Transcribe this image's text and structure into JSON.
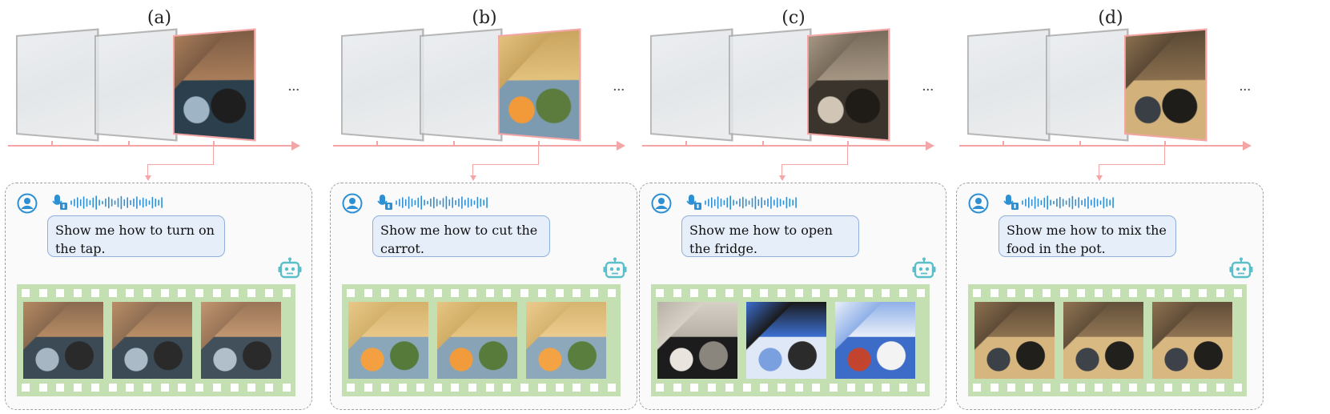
{
  "panels": [
    {
      "label": "(a)",
      "query": "Show me how to turn on the tap.",
      "ellipsis": "...",
      "current_frame_palette": [
        "#7e5d45",
        "#a97d5a",
        "#2c3f4d",
        "#9fb4c4",
        "#1e1e1e"
      ],
      "clip_palettes": [
        [
          "#8a6a50",
          "#b58a63",
          "#3b4a55",
          "#a6b6c2",
          "#2a2a2a"
        ],
        [
          "#8f6f54",
          "#ba8e66",
          "#3b4a55",
          "#aabac6",
          "#2a2a2a"
        ],
        [
          "#9a7558",
          "#c29670",
          "#41505b",
          "#b0bfca",
          "#2a2a2a"
        ]
      ]
    },
    {
      "label": "(b)",
      "query": "Show me how to cut the carrot.",
      "ellipsis": "...",
      "current_frame_palette": [
        "#c9a560",
        "#e3c27d",
        "#7c9bb0",
        "#f29a3a",
        "#5b7c3d"
      ],
      "clip_palettes": [
        [
          "#d4b26c",
          "#e8c889",
          "#8aa6b9",
          "#f4a040",
          "#557a39"
        ],
        [
          "#d1ae66",
          "#e6c583",
          "#88a3b6",
          "#f19b3c",
          "#587b3b"
        ],
        [
          "#d6b470",
          "#ebcb8e",
          "#8ca8ba",
          "#f3a244",
          "#5a7e3d"
        ]
      ]
    },
    {
      "label": "(c)",
      "query": "Show me how to open the fridge.",
      "ellipsis": "...",
      "current_frame_palette": [
        "#7a6c5c",
        "#a59684",
        "#3b342d",
        "#d1c6b6",
        "#1f1c18"
      ],
      "clip_palettes": [
        [
          "#d6d0c6",
          "#b8b1a7",
          "#1c1c1c",
          "#e9e5de",
          "#8a857d"
        ],
        [
          "#1a1a1a",
          "#3c6fd0",
          "#dfe8f6",
          "#7aa0e0",
          "#2b2b2b"
        ],
        [
          "#8fb0e8",
          "#e8eef8",
          "#3d6cc8",
          "#c2442f",
          "#f3f3f3"
        ]
      ]
    },
    {
      "label": "(d)",
      "query": "Show me how to mix the food in the pot.",
      "ellipsis": "...",
      "current_frame_palette": [
        "#5c4a36",
        "#8a6f4e",
        "#d2b27a",
        "#3a3f46",
        "#1f1d1a"
      ],
      "clip_palettes": [
        [
          "#5f4c37",
          "#8d7150",
          "#d6b67e",
          "#3c4148",
          "#211f1c"
        ],
        [
          "#62503a",
          "#917554",
          "#d9b982",
          "#3e434a",
          "#22201d"
        ],
        [
          "#604d38",
          "#8f7352",
          "#d8b880",
          "#3d424a",
          "#211f1c"
        ]
      ]
    }
  ],
  "colors": {
    "timeline": "#f4a6a6",
    "bubble_fill": "#e6eefa",
    "bubble_border": "#8fb0dc",
    "icon_blue": "#2f8fd3",
    "wave_blue": "#2f8fd3",
    "robot_teal": "#5bbfc9",
    "film_green": "#c4dfb2"
  }
}
